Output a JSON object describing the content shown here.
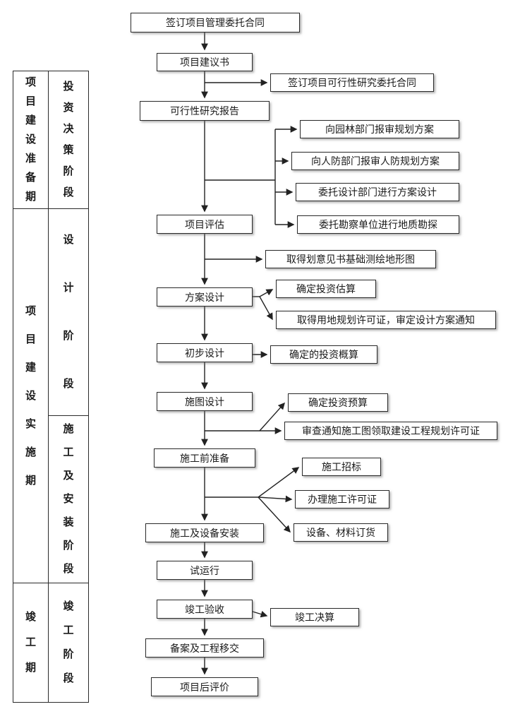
{
  "sidebar": {
    "periods": [
      {
        "label": "项目建设准备期"
      },
      {
        "label": "项目建设实施期"
      },
      {
        "label": "竣工期"
      }
    ],
    "stages": [
      {
        "label": "投资决策阶段"
      },
      {
        "label": "设计阶段"
      },
      {
        "label": "施工及安装阶段"
      },
      {
        "label": "竣工阶段"
      }
    ]
  },
  "flow": {
    "main": [
      {
        "label": "签订项目管理委托合同"
      },
      {
        "label": "项目建议书"
      },
      {
        "label": "可行性研究报告"
      },
      {
        "label": "项目评估"
      },
      {
        "label": "方案设计"
      },
      {
        "label": "初步设计"
      },
      {
        "label": "施图设计"
      },
      {
        "label": "施工前准备"
      },
      {
        "label": "施工及设备安装"
      },
      {
        "label": "试运行"
      },
      {
        "label": "竣工验收"
      },
      {
        "label": "备案及工程移交"
      },
      {
        "label": "项目后评价"
      }
    ],
    "side": [
      {
        "label": "签订项目可行性研究委托合同"
      },
      {
        "label": "向园林部门报审规划方案"
      },
      {
        "label": "向人防部门报审人防规划方案"
      },
      {
        "label": "委托设计部门进行方案设计"
      },
      {
        "label": "委托勘察单位进行地质勘探"
      },
      {
        "label": "取得划意见书基础测绘地形图"
      },
      {
        "label": "确定投资估算"
      },
      {
        "label": "取得用地规划许可证，审定设计方案通知"
      },
      {
        "label": "确定的投资概算"
      },
      {
        "label": "确定投资预算"
      },
      {
        "label": "审查通知施工图领取建设工程规划许可证"
      },
      {
        "label": "施工招标"
      },
      {
        "label": "办理施工许可证"
      },
      {
        "label": "设备、材料订货"
      },
      {
        "label": "竣工决算"
      }
    ]
  },
  "line_color": "#222222"
}
